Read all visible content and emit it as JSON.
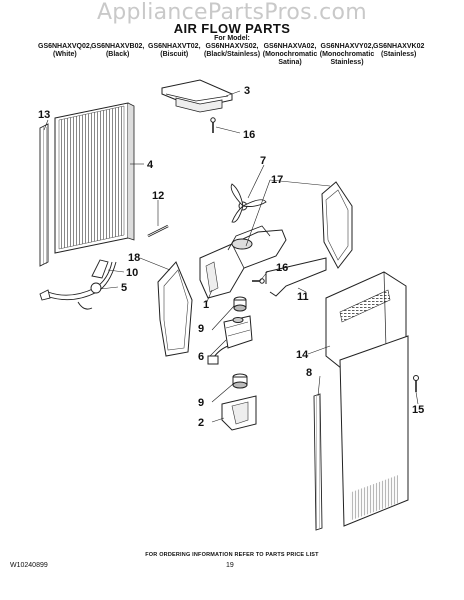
{
  "watermark": "AppliancePartsPros.com",
  "title": "AIR FLOW PARTS",
  "for_model": "For Model:",
  "models": [
    {
      "code": "GS6NHAXVQ02,",
      "variant": "(White)"
    },
    {
      "code": "GS6NHAXVB02,",
      "variant": "(Black)"
    },
    {
      "code": "GS6NHAXVT02,",
      "variant": "(Biscuit)"
    },
    {
      "code": "GS6NHAXVS02,",
      "variant": "(Black/Stainless)"
    },
    {
      "code": "GS6NHAXVA02,",
      "variant": "(Monochromatic Satina)"
    },
    {
      "code": "GS6NHAXVY02,",
      "variant": "(Monochromatic Stainless)"
    },
    {
      "code": "GS6NHAXVK02",
      "variant": "(Stainless)"
    }
  ],
  "callouts": [
    "1",
    "2",
    "3",
    "4",
    "5",
    "6",
    "7",
    "8",
    "9",
    "9",
    "10",
    "11",
    "12",
    "13",
    "14",
    "15",
    "16",
    "16",
    "17",
    "18"
  ],
  "footer": {
    "note": "FOR ORDERING INFORMATION REFER TO PARTS PRICE LIST",
    "doc_number": "W10240899",
    "page": "19"
  }
}
